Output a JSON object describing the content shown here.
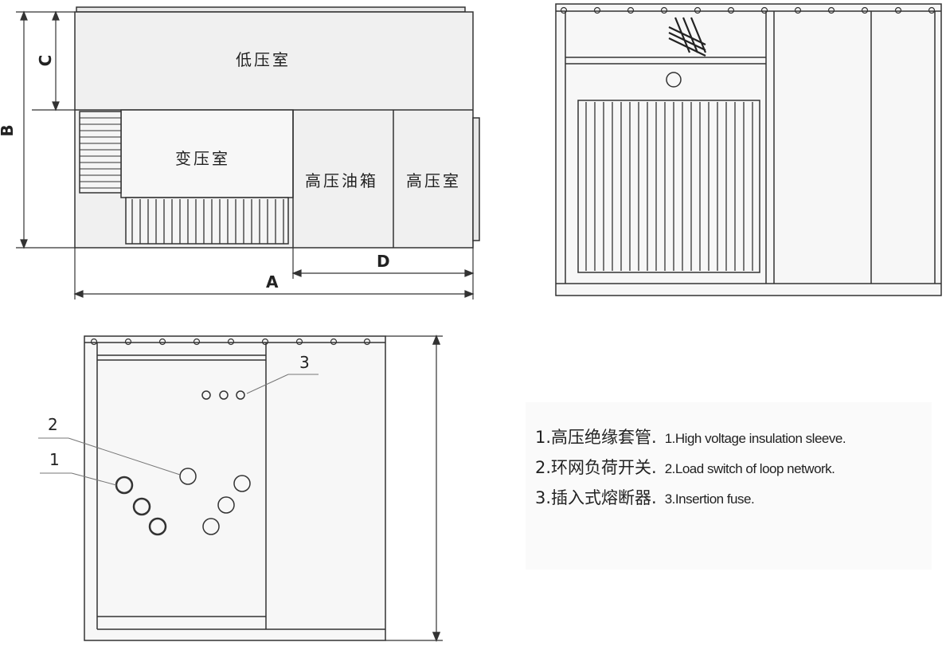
{
  "diagram1": {
    "dimensions": {
      "a": "A",
      "b": "B",
      "c": "C",
      "d": "D"
    },
    "rooms": {
      "low_voltage": "低压室",
      "transformer": "变压室",
      "hv_oil_tank": "高压油箱",
      "high_voltage": "高压室"
    }
  },
  "diagram3": {
    "callouts": {
      "c1": "1",
      "c2": "2",
      "c3": "3"
    }
  },
  "legend": {
    "items": [
      {
        "zh": "1.高压绝缘套管.",
        "en": "1.High voltage insulation sleeve."
      },
      {
        "zh": "2.环网负荷开关.",
        "en": "2.Load switch of loop network."
      },
      {
        "zh": "3.插入式熔断器.",
        "en": "3.Insertion fuse."
      }
    ]
  }
}
